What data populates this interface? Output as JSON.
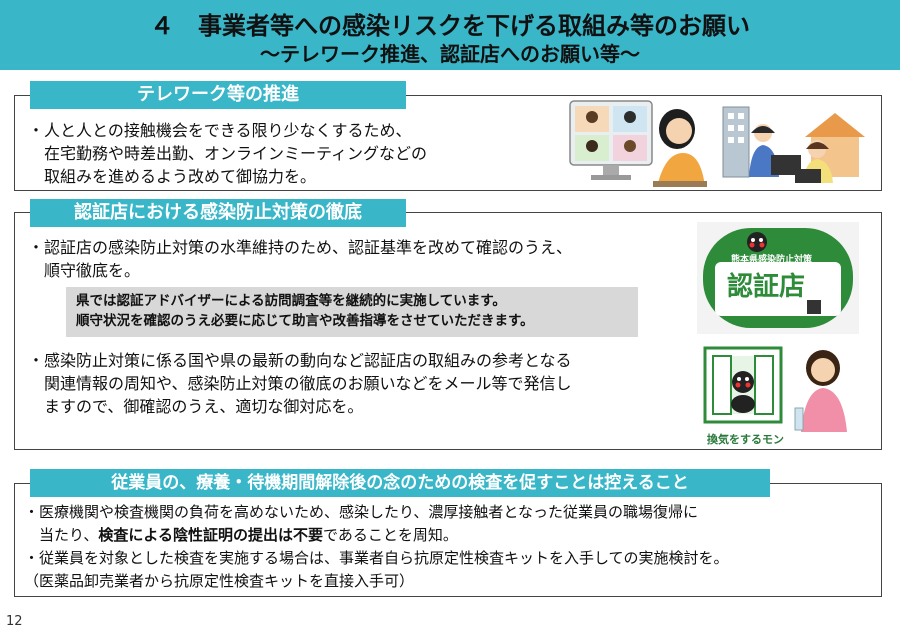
{
  "header": {
    "title": "４　事業者等への感染リスクを下げる取組み等のお願い",
    "subtitle": "～テレワーク推進、認証店へのお願い等～"
  },
  "section1": {
    "tag": "テレワーク等の推進",
    "lines": [
      "・人と人との接触機会をできる限り少なくするため、",
      "　在宅勤務や時差出勤、オンラインミーティングなどの",
      "　取組みを進めるよう改めて御協力を。"
    ]
  },
  "section2": {
    "tag": "認証店における感染防止対策の徹底",
    "lines_a": [
      "・認証店の感染防止対策の水準維持のため、認証基準を改めて確認のうえ、",
      "　順守徹底を。"
    ],
    "note": [
      "県では認証アドバイザーによる訪問調査等を継続的に実施しています。",
      "順守状況を確認のうえ必要に応じて助言や改善指導をさせていただきます。"
    ],
    "lines_b": [
      "・感染防止対策に係る国や県の最新の動向など認証店の取組みの参考となる",
      "　関連情報の周知や、感染防止対策の徹底のお願いなどをメール等で発信し",
      "　ますので、御確認のうえ、適切な御対応を。"
    ],
    "sticker": {
      "top_text": "熊本県感染防止対策",
      "main_text": "認証店"
    },
    "caption": "換気をするモン"
  },
  "section3": {
    "tag": "従業員の、療養・待機期間解除後の念のための検査を促すことは控えること",
    "l1": "・医療機関や検査機関の負荷を高めないため、感染したり、濃厚接触者となった従業員の職場復帰に",
    "l2_pre": "　当たり、",
    "l2_bold": "検査による陰性証明の提出は不要",
    "l2_post": "であることを周知。",
    "l3": "・従業員を対象とした検査を実施する場合は、事業者自ら抗原定性検査キットを入手しての実施検討を。",
    "l4": "（医薬品卸売業者から抗原定性検査キットを直接入手可）"
  },
  "page_number": "12",
  "colors": {
    "accent": "#3ab6c9",
    "note_bg": "#d8d8d8",
    "sticker_green": "#2e8b3a"
  }
}
